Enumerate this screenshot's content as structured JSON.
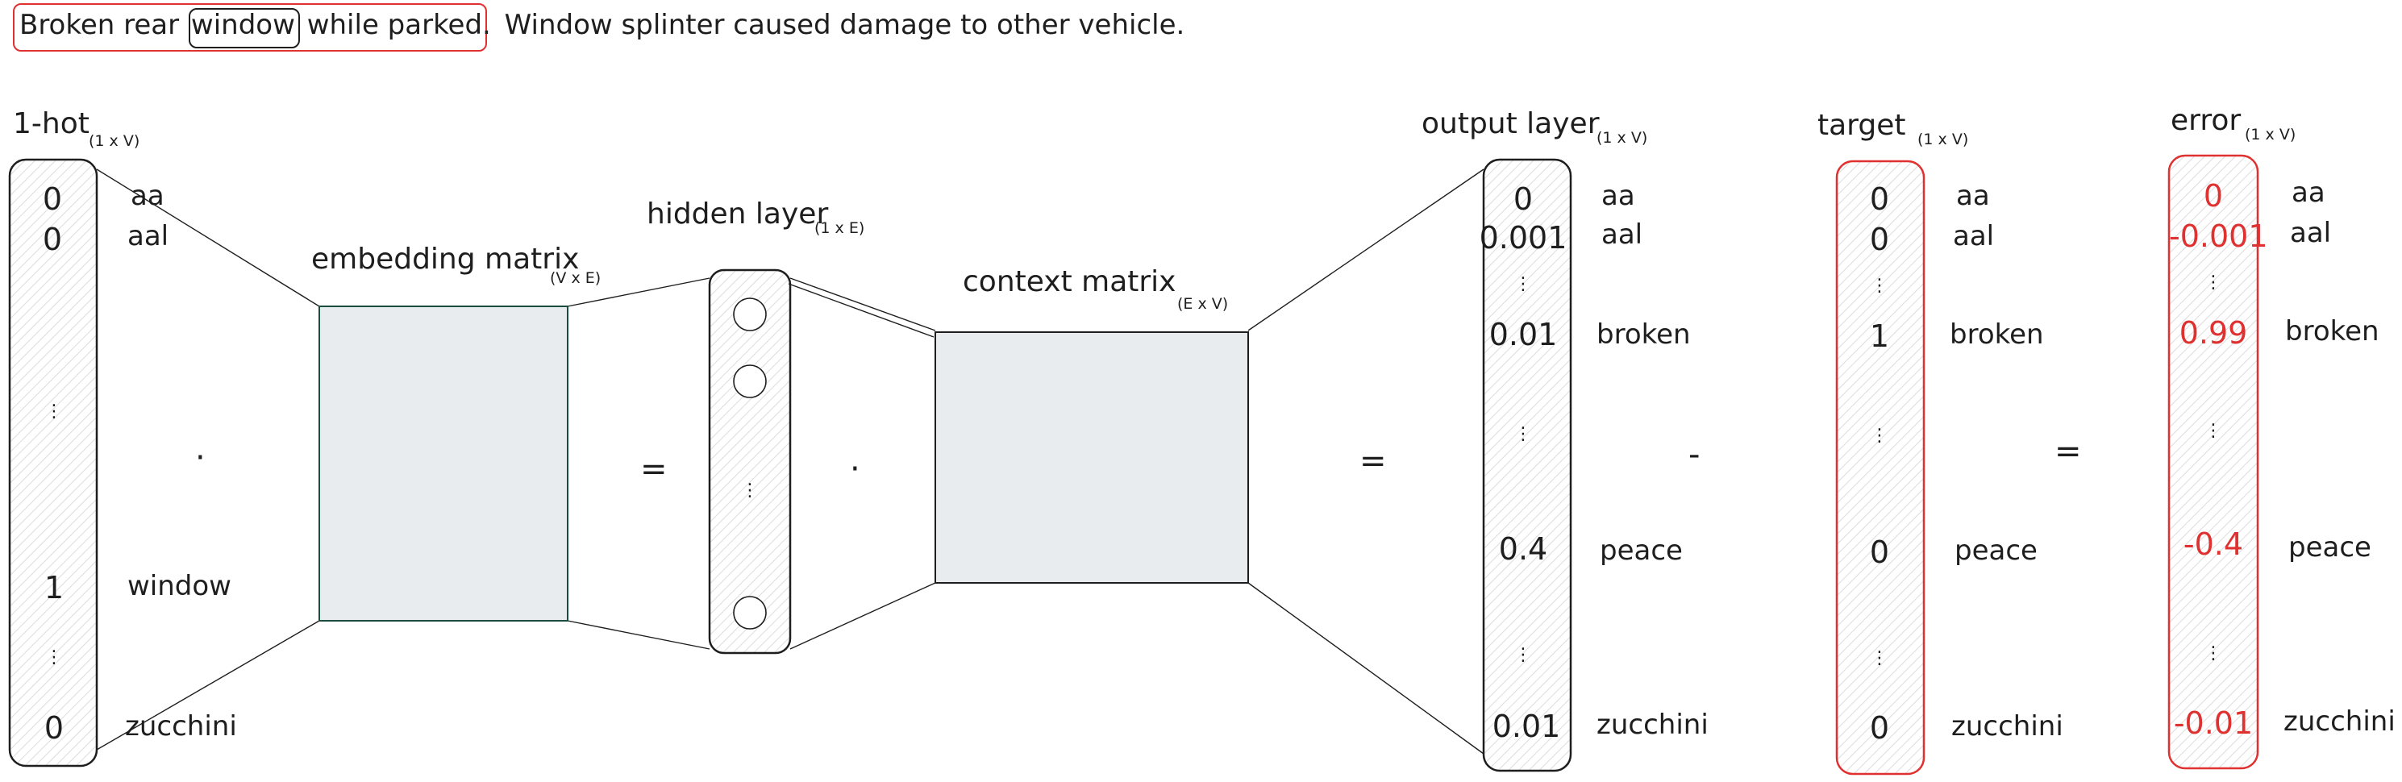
{
  "sentence": {
    "segments": [
      "Broken rear ",
      "window",
      " while parked.",
      " Window splinter caused damage to other vehicle."
    ]
  },
  "onehot": {
    "title": "1-hot",
    "dims": "(1 x V)",
    "values": [
      "0",
      "0",
      "1",
      "0"
    ],
    "words": [
      "aa",
      "aal",
      "window",
      "zucchini"
    ],
    "ellipsis": [
      "⋮",
      "⋮"
    ]
  },
  "embedding": {
    "title": "embedding matrix",
    "dims": "(V x E)"
  },
  "hidden": {
    "title": "hidden layer",
    "dims": "(1 x E)",
    "ellipsis": "⋮"
  },
  "context": {
    "title": "context matrix",
    "dims": "(E x V)"
  },
  "output": {
    "title": "output layer",
    "dims": "(1 x V)",
    "values": [
      "0",
      "0.001",
      "0.01",
      "0.4",
      "0.01"
    ],
    "words": [
      "aa",
      "aal",
      "broken",
      "peace",
      "zucchini"
    ],
    "ellipsis": [
      "⋮",
      "⋮",
      "⋮"
    ]
  },
  "target": {
    "title": "target",
    "dims": "(1 x V)",
    "values": [
      "0",
      "0",
      "1",
      "0",
      "0"
    ],
    "words": [
      "aa",
      "aal",
      "broken",
      "peace",
      "zucchini"
    ],
    "ellipsis": [
      "⋮",
      "⋮",
      "⋮"
    ]
  },
  "error": {
    "title": "error",
    "dims": "(1 x V)",
    "values": [
      "0",
      "-0.001",
      "0.99",
      "-0.4",
      "-0.01"
    ],
    "words": [
      "aa",
      "aal",
      "broken",
      "peace",
      "zucchini"
    ],
    "ellipsis": [
      "⋮",
      "⋮",
      "⋮"
    ]
  },
  "operators": {
    "dot1": "·",
    "eq1": "=",
    "dot2": "·",
    "eq2": "=",
    "minus": "-",
    "eq3": "="
  },
  "colors": {
    "ink": "#1e1e1e",
    "highlight": "#e03131",
    "matrix_fill": "#e9ecef",
    "matrix_stroke": "#1b4d3e",
    "hatch": "#dcdcdc"
  }
}
